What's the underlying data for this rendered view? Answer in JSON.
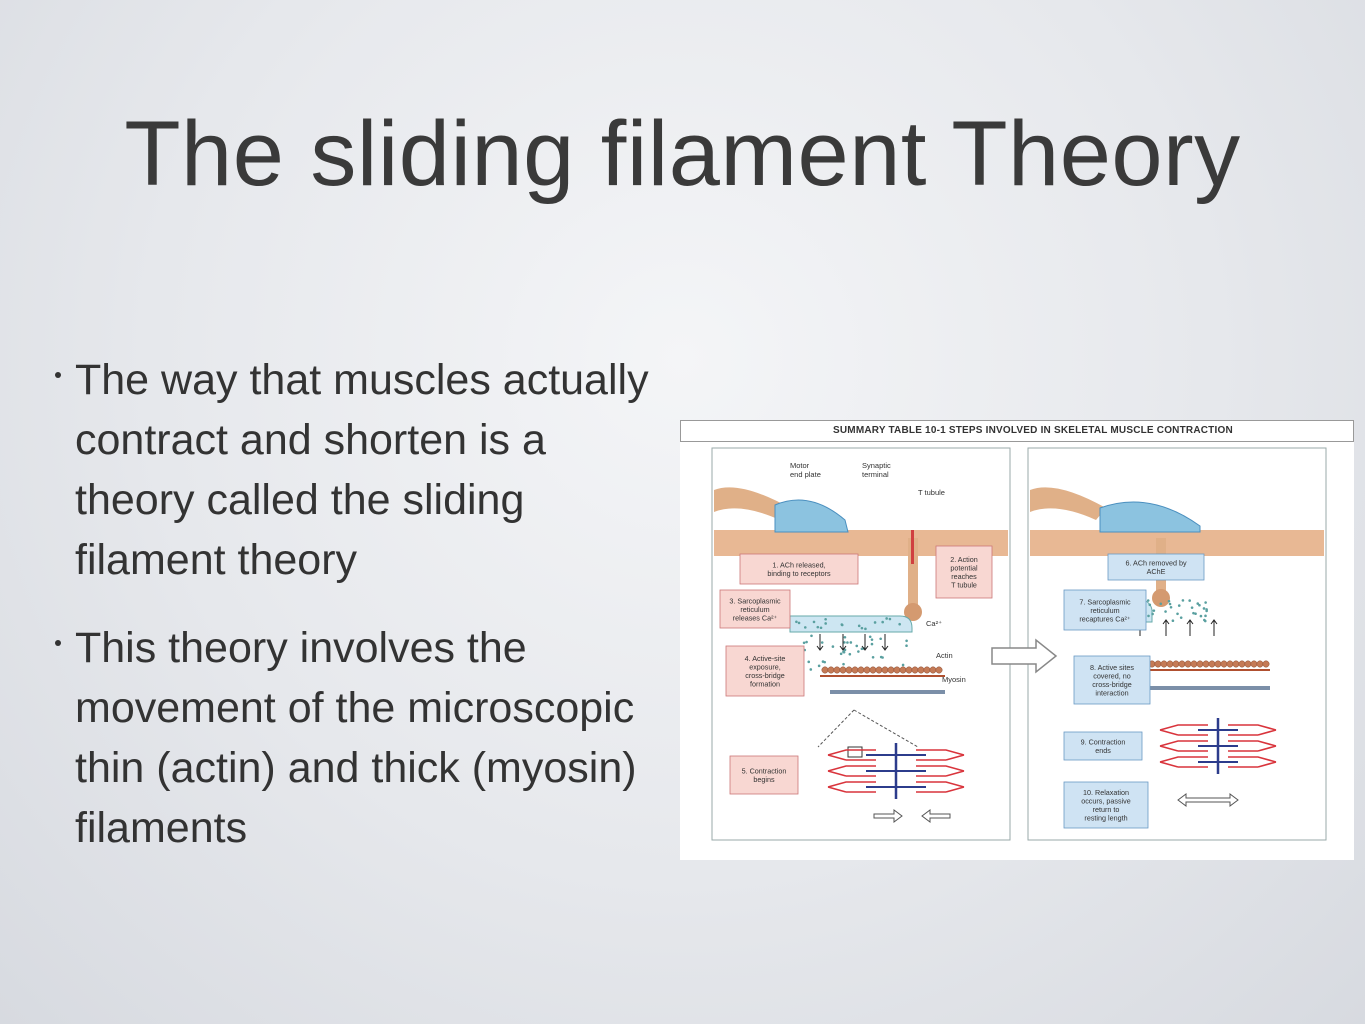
{
  "slide": {
    "title": "The sliding filament Theory",
    "bullets": [
      "The way that muscles actually contract and shorten is a theory called the sliding filament theory",
      "This theory involves the movement of the microscopic thin (actin) and thick (myosin) filaments"
    ]
  },
  "figure": {
    "caption": "SUMMARY TABLE 10-1 STEPS INVOLVED IN SKELETAL MUSCLE CONTRACTION",
    "labels": {
      "motor_end_plate_1": "Motor",
      "motor_end_plate_2": "end plate",
      "synaptic_terminal_1": "Synaptic",
      "synaptic_terminal_2": "terminal",
      "t_tubule": "T tubule",
      "ca": "Ca²⁺",
      "actin": "Actin",
      "myosin": "Myosin"
    },
    "steps_left": [
      [
        "1. ACh released,",
        "binding to receptors"
      ],
      [
        "2. Action",
        "potential",
        "reaches",
        "T tubule"
      ],
      [
        "3. Sarcoplasmic",
        "reticulum",
        "releases Ca²⁺"
      ],
      [
        "4. Active-site",
        "exposure,",
        "cross-bridge",
        "formation"
      ],
      [
        "5. Contraction",
        "begins"
      ]
    ],
    "steps_right": [
      [
        "6. ACh removed by",
        "AChE"
      ],
      [
        "7. Sarcoplasmic",
        "reticulum",
        "recaptures Ca²⁺"
      ],
      [
        "8. Active sites",
        "covered, no",
        "cross-bridge",
        "interaction"
      ],
      [
        "9. Contraction",
        "ends"
      ],
      [
        "10. Relaxation",
        "occurs, passive",
        "return to",
        "resting length"
      ]
    ]
  }
}
